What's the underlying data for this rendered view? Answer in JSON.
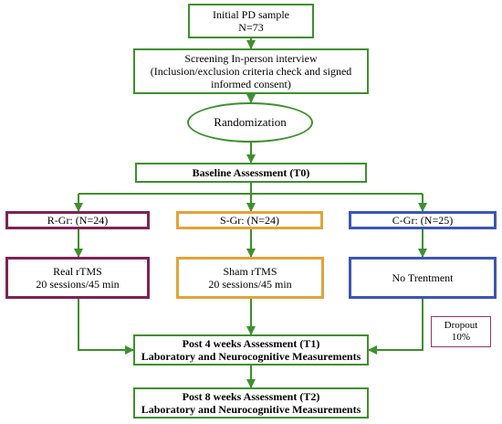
{
  "colors": {
    "arrow": "#3f8f2f",
    "green": "#3f8f2f",
    "purple": "#7b2456",
    "orange": "#e0a43a",
    "blue": "#3a57b0",
    "dropout": "#8a3a6a",
    "ellipse_fill": "#ffffff"
  },
  "nodes": {
    "initial": {
      "line1": "Initial PD sample",
      "line2": "N=73"
    },
    "screening": {
      "line1": "Screening In-person interview",
      "line2": "(Inclusion/exclusion criteria check and signed",
      "line3": "informed consent)"
    },
    "randomization": {
      "label": "Randomization"
    },
    "baseline": {
      "label": "Baseline Assessment (T0)"
    },
    "groups": {
      "real": {
        "label": "R-Gr: (N=24)"
      },
      "sham": {
        "label": "S-Gr: (N=24)"
      },
      "control": {
        "label": "C-Gr: (N=25)"
      }
    },
    "treatments": {
      "real": {
        "line1": "Real rTMS",
        "line2": "20 sessions/45 min"
      },
      "sham": {
        "line1": "Sham rTMS",
        "line2": "20 sessions/45 min"
      },
      "control": {
        "line1": "No Trentment"
      }
    },
    "dropout": {
      "line1": "Dropout",
      "line2": "10%"
    },
    "post4": {
      "line1": "Post 4 weeks Assessment (T1)",
      "line2": "Laboratory and Neurocognitive Measurements"
    },
    "post8": {
      "line1": "Post 8 weeks Assessment (T2)",
      "line2": "Laboratory and Neurocognitive Measurements"
    }
  }
}
